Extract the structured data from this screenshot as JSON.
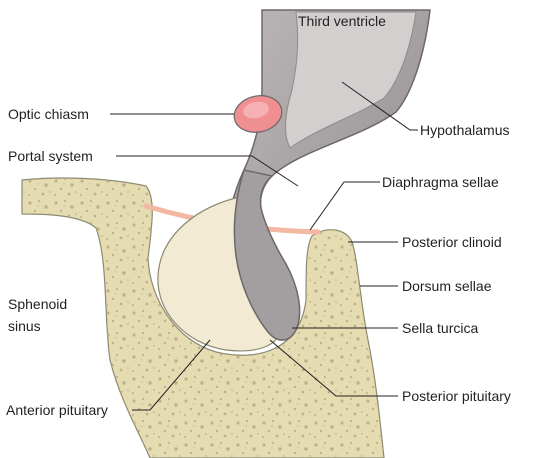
{
  "labels": {
    "third_ventricle": "Third ventricle",
    "optic_chiasm": "Optic chiasm",
    "hypothalamus": "Hypothalamus",
    "portal_system": "Portal system",
    "diaphragma_sellae": "Diaphragma sellae",
    "posterior_clinoid": "Posterior clinoid",
    "dorsum_sellae": "Dorsum sellae",
    "sphenoid_sinus_line1": "Sphenoid",
    "sphenoid_sinus_line2": "sinus",
    "sella_turcica": "Sella turcica",
    "anterior_pituitary": "Anterior pituitary",
    "posterior_pituitary": "Posterior pituitary"
  },
  "colors": {
    "bone_fill": "#e6dcb2",
    "bone_outline": "#8c8a70",
    "bone_pore": "#b9ad84",
    "brain_fill": "#a39e9f",
    "brain_light": "#d3cfcf",
    "brain_outline": "#6e6869",
    "anterior_pituitary": "#f2ead2",
    "optic_chiasm": "#ef8f92",
    "diaphragma": "#f3b7a2",
    "leader_line": "#231f20"
  }
}
